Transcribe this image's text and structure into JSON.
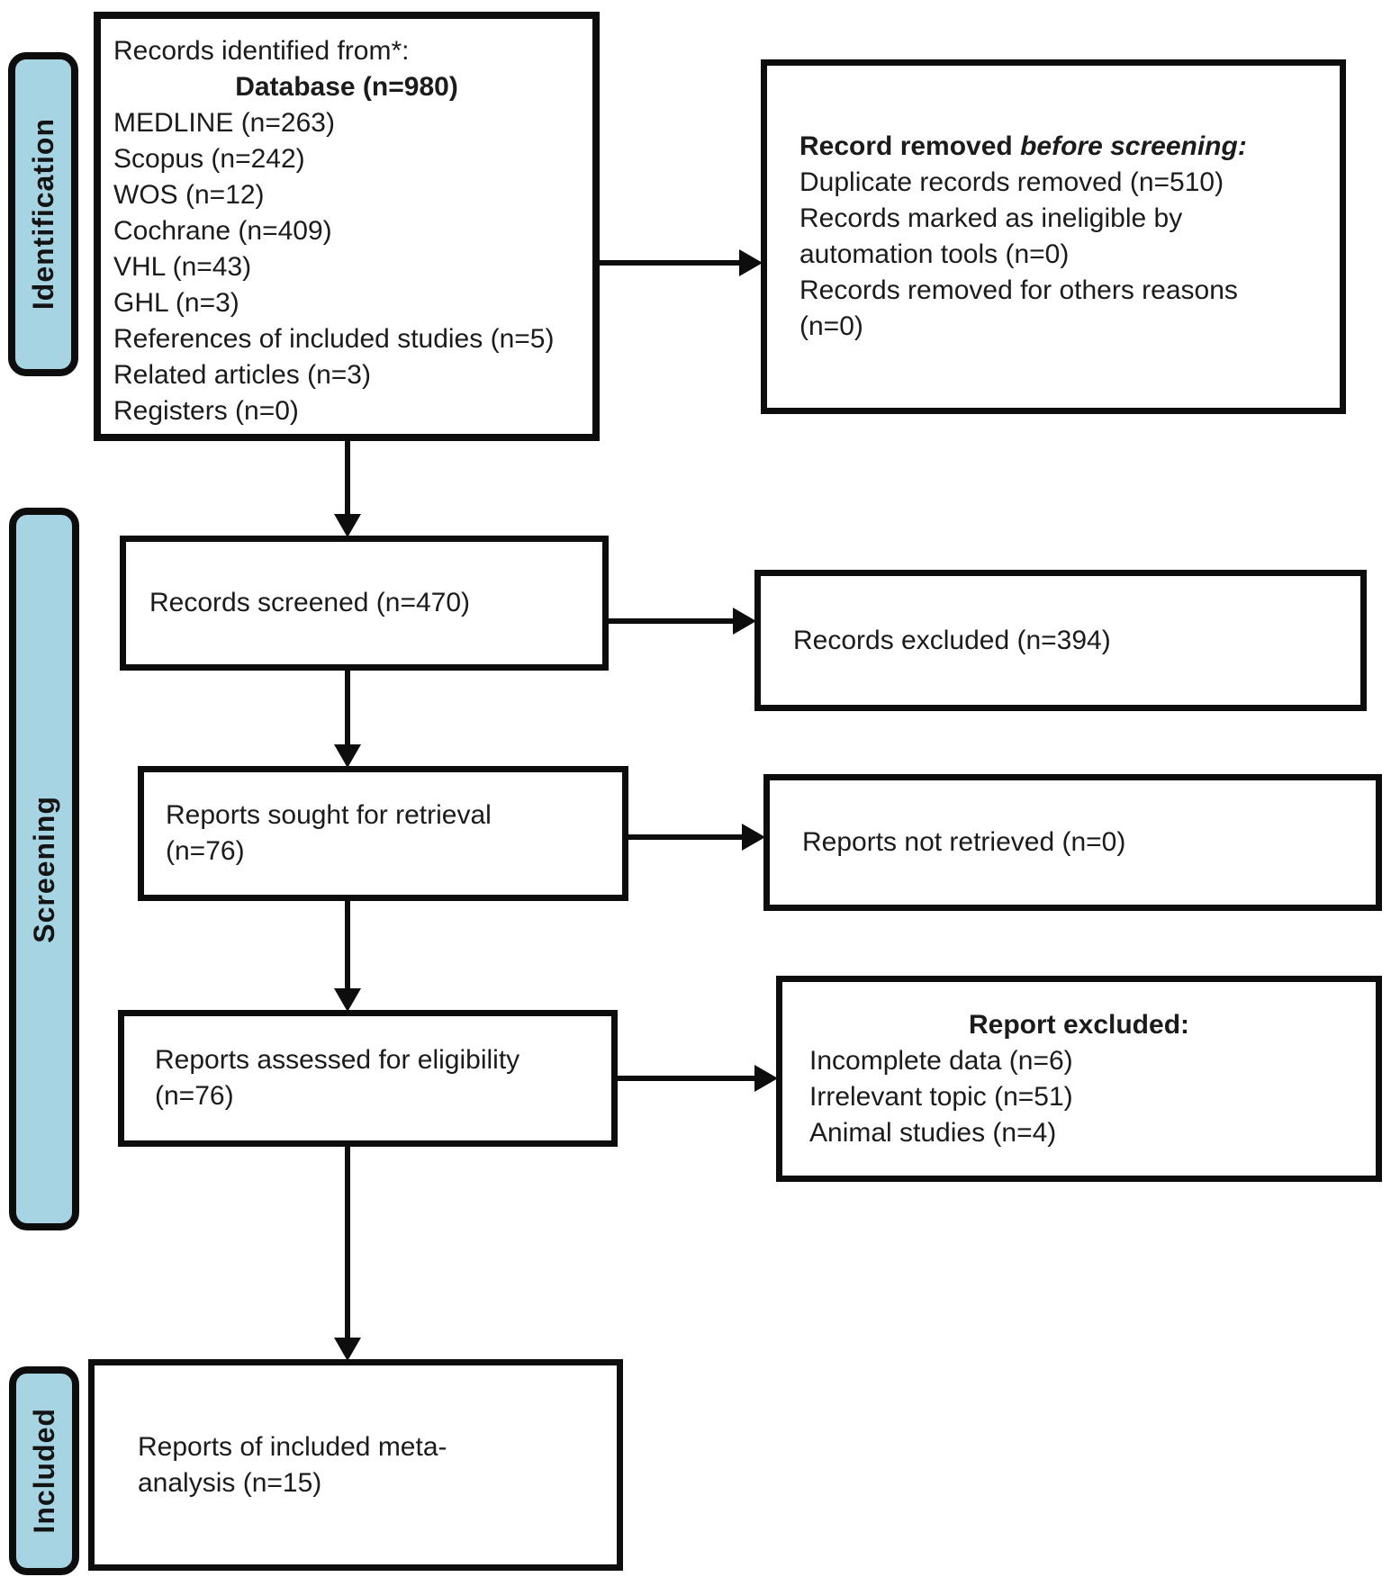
{
  "sidebar": {
    "identification_label": "Identification",
    "screening_label": "Screening",
    "included_label": "Included",
    "tab_color": "#a6d4e2"
  },
  "boxes": {
    "identified": {
      "intro_line": "Records identified from*:",
      "subheading_bold": "Database (n=980)",
      "items": [
        "MEDLINE (n=263)",
        "Scopus (n=242)",
        "WOS (n=12)",
        "Cochrane (n=409)",
        "VHL (n=43)",
        "GHL (n=3)",
        "References of included studies (n=5)",
        "Related articles (n=3)",
        "Registers (n=0)"
      ]
    },
    "removed_before_screening": {
      "heading_bold": "Record removed ",
      "heading_bold_italic": "before screening:",
      "lines": [
        "Duplicate records removed (n=510)",
        "Records marked as ineligible by",
        "automation tools (n=0)",
        "Records removed for others reasons",
        "(n=0)"
      ]
    },
    "screened": {
      "label": "Records screened (n=470)"
    },
    "records_excluded": {
      "label": "Records excluded (n=394)"
    },
    "sought": {
      "lines": [
        "Reports sought for retrieval",
        "(n=76)"
      ]
    },
    "not_retrieved": {
      "label": "Reports not retrieved (n=0)"
    },
    "assessed": {
      "lines": [
        "Reports assessed for eligibility",
        "(n=76)"
      ]
    },
    "report_excluded": {
      "heading_bold": "Report excluded:",
      "lines": [
        "Incomplete data (n=6)",
        "Irrelevant topic (n=51)",
        "Animal studies (n=4)"
      ]
    },
    "included_reports": {
      "lines": [
        "Reports of included meta-",
        "analysis (n=15)"
      ]
    }
  }
}
